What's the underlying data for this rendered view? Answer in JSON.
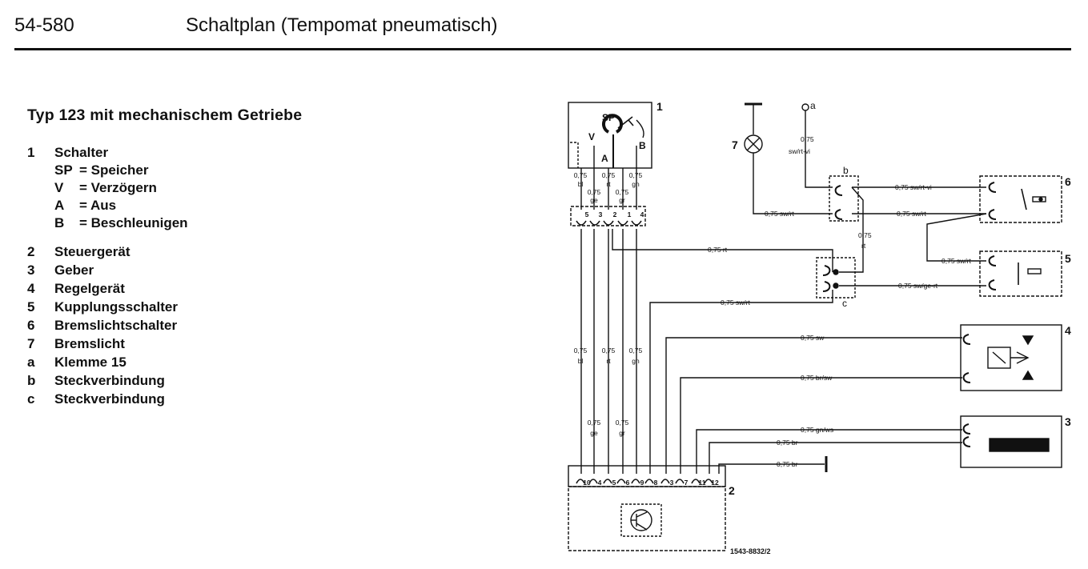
{
  "header": {
    "code": "54-580",
    "title": "Schaltplan (Tempomat pneumatisch)"
  },
  "section_title": "Typ 123 mit mechanischem Getriebe",
  "legend": [
    {
      "key": "1",
      "text": "Schalter"
    },
    {
      "key": "2",
      "text": "Steuergerät"
    },
    {
      "key": "3",
      "text": "Geber"
    },
    {
      "key": "4",
      "text": "Regelgerät"
    },
    {
      "key": "5",
      "text": "Kupplungsschalter"
    },
    {
      "key": "6",
      "text": "Bremslichtschalter"
    },
    {
      "key": "7",
      "text": "Bremslicht"
    },
    {
      "key": "a",
      "text": "Klemme 15"
    },
    {
      "key": "b",
      "text": "Steckverbindung"
    },
    {
      "key": "c",
      "text": "Steckverbindung"
    }
  ],
  "legend_sub": [
    {
      "key": "SP",
      "text": "= Speicher"
    },
    {
      "key": "V",
      "text": "= Verzögern"
    },
    {
      "key": "A",
      "text": "= Aus"
    },
    {
      "key": "B",
      "text": "= Beschleunigen"
    }
  ],
  "diagram": {
    "component_numbers": [
      "1",
      "2",
      "3",
      "4",
      "5",
      "6",
      "7"
    ],
    "connector_letters": [
      "a",
      "b",
      "c"
    ],
    "switch_positions": [
      "SP",
      "V",
      "A",
      "B"
    ],
    "switch_wire_labels": [
      {
        "size": "0,75",
        "color": "bl"
      },
      {
        "size": "0,75",
        "color": "ge"
      },
      {
        "size": "0,75",
        "color": "rt"
      },
      {
        "size": "0,75",
        "color": "gr"
      },
      {
        "size": "0,75",
        "color": "gn"
      }
    ],
    "switch_plug_pins": [
      "5",
      "3",
      "2",
      "1",
      "4"
    ],
    "mid_wire_labels": [
      {
        "size": "0,75",
        "color": "bl"
      },
      {
        "size": "0,75",
        "color": "rt"
      },
      {
        "size": "0,75",
        "color": "gn"
      },
      {
        "size": "0,75",
        "color": "ge"
      },
      {
        "size": "0,75",
        "color": "gr"
      }
    ],
    "control_unit_pins": [
      "10",
      "4",
      "5",
      "6",
      "9",
      "8",
      "3",
      "7",
      "11",
      "12"
    ],
    "wires": {
      "rt_to_c": "0,75 rt",
      "swrt_to_c": "0,75 sw/rt",
      "lamp_line": "0,75 sw/rt",
      "klemme_size": "0,75",
      "klemme_color": "sw/rt-vi",
      "b_to_6_top": "0,75 sw/rt-vi",
      "b_to_6_bottom": "0,75 sw/rt",
      "b_to_c_size": "0,75",
      "b_to_c_color": "rt",
      "to_5": "0,75 sw/rt",
      "c_to_5": "0,75 sw/ge-rt",
      "to_4_top": "0,75 sw",
      "to_4_bottom": "0,75 br/sw",
      "to_3_top": "0,75 gn/ws",
      "to_3_bottom": "0,75 br",
      "ground": "0,75 br"
    },
    "part_number": "1543-8832/2"
  }
}
